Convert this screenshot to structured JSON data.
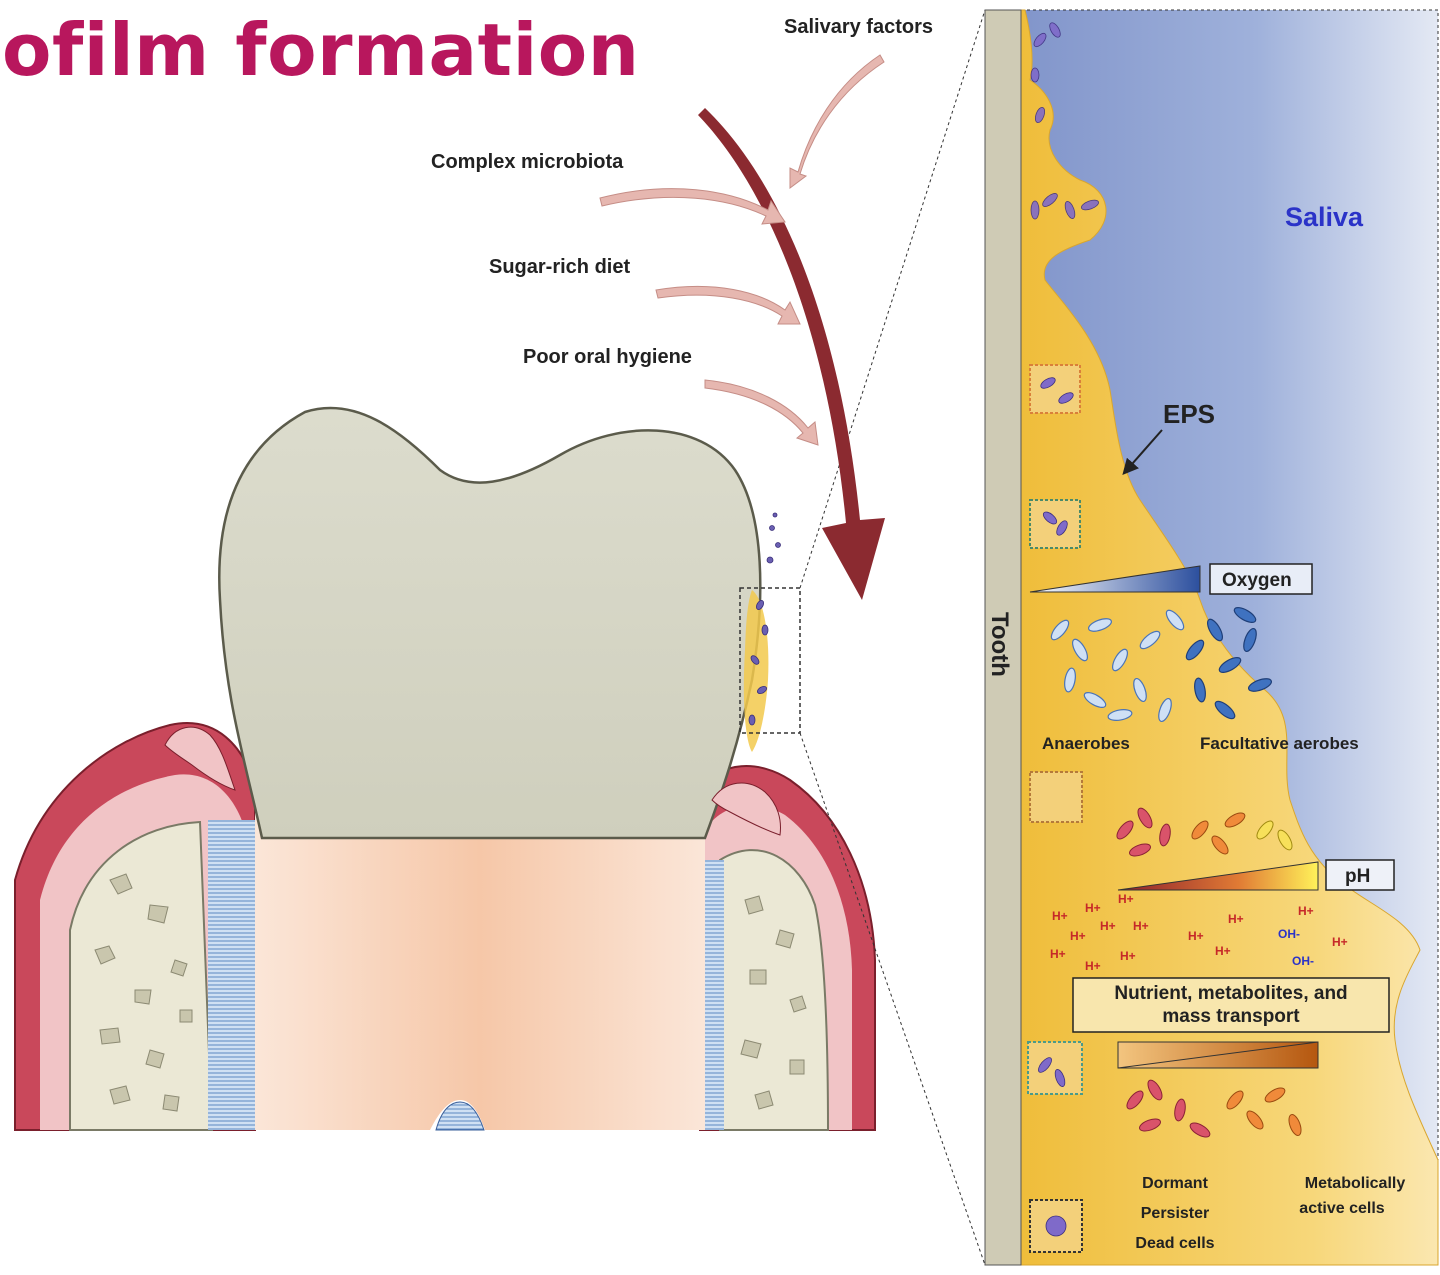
{
  "slide": {
    "title": "ofilm formation"
  },
  "factors": {
    "salivary": "Salivary factors",
    "microbiota": "Complex microbiota",
    "diet": "Sugar-rich diet",
    "hygiene": "Poor oral hygiene"
  },
  "panel": {
    "tooth_label": "Tooth",
    "saliva_label": "Saliva",
    "eps_label": "EPS",
    "oxygen_label": "Oxygen",
    "anaerobes_label": "Anaerobes",
    "facultative_label": "Facultative aerobes",
    "ph_label": "pH",
    "proton_label": "H+",
    "hydroxide_label": "OH-",
    "transport_line1": "Nutrient, metabolites, and",
    "transport_line2": "mass transport",
    "dormant_line1": "Dormant",
    "dormant_line2": "Persister",
    "dormant_line3": "Dead cells",
    "active_line1": "Metabolically",
    "active_line2": "active cells"
  },
  "colors": {
    "title": "#b8175d",
    "saliva": "#8fa3d2",
    "biofilm": "#f2c94c",
    "gum": "#c9485b",
    "enamel": "#d9d9c9",
    "arrow": "#8b2a30",
    "saliva_text": "#2b33c8"
  }
}
